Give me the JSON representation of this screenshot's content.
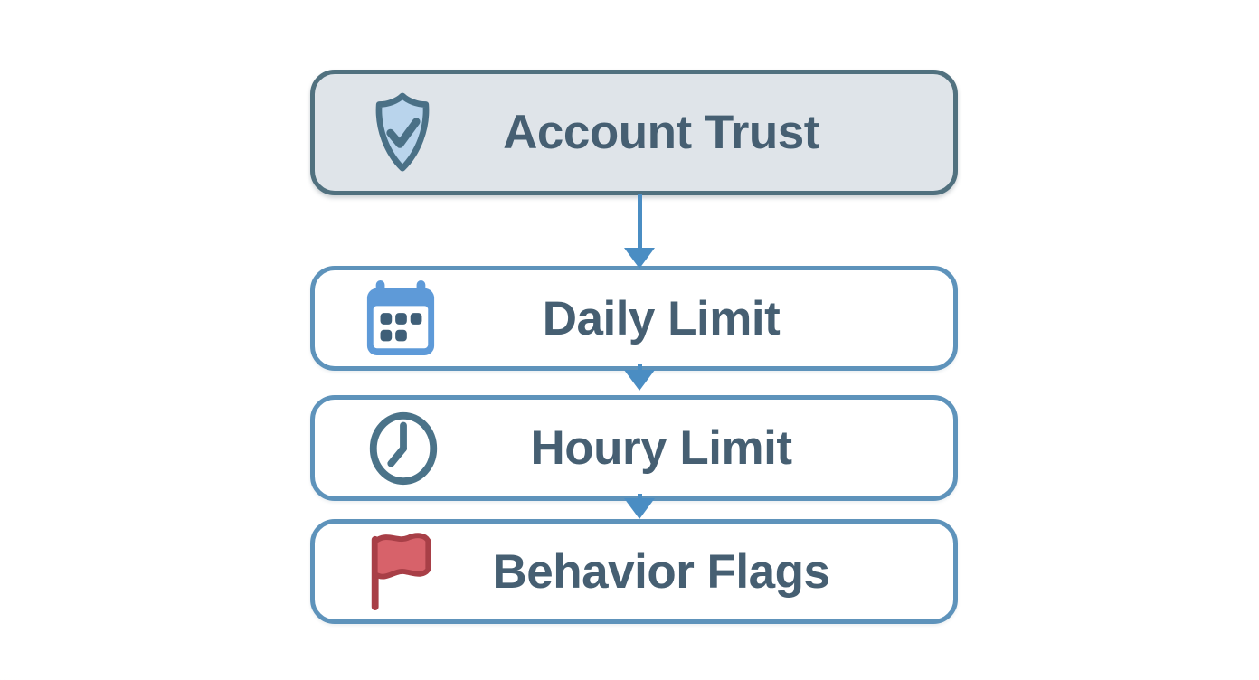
{
  "diagram": {
    "type": "vertical-flowchart",
    "nodes": [
      {
        "label": "Account Trust",
        "icon": "shield-check-icon",
        "style": "emphasis"
      },
      {
        "label": "Daily Limit",
        "icon": "calendar-icon",
        "style": "default"
      },
      {
        "label": "Houry Limit",
        "icon": "clock-icon",
        "style": "default"
      },
      {
        "label": "Behavior Flags",
        "icon": "red-flag-icon",
        "style": "default"
      }
    ],
    "connections": [
      {
        "from": "Account Trust",
        "to": "Daily Limit",
        "type": "long-arrow-down"
      },
      {
        "from": "Daily Limit",
        "to": "Houry Limit",
        "type": "short-arrow-down"
      },
      {
        "from": "Houry Limit",
        "to": "Behavior Flags",
        "type": "short-arrow-down"
      }
    ],
    "colors": {
      "background": "#ffffff",
      "emphasis_node_fill": "#dfe4e9",
      "emphasis_node_border": "#51717f",
      "default_node_fill": "#ffffff",
      "default_node_border": "#5e93bb",
      "label_text": "#465f72",
      "arrow": "#4a8dc3",
      "shield_fill": "#b9d4ec",
      "shield_stroke": "#4a7086",
      "calendar_blue": "#5e9ad8",
      "calendar_dots": "#3f5f78",
      "clock_stroke": "#4b7389",
      "flag_fill": "#d7626a",
      "flag_stroke": "#a83f47"
    }
  }
}
